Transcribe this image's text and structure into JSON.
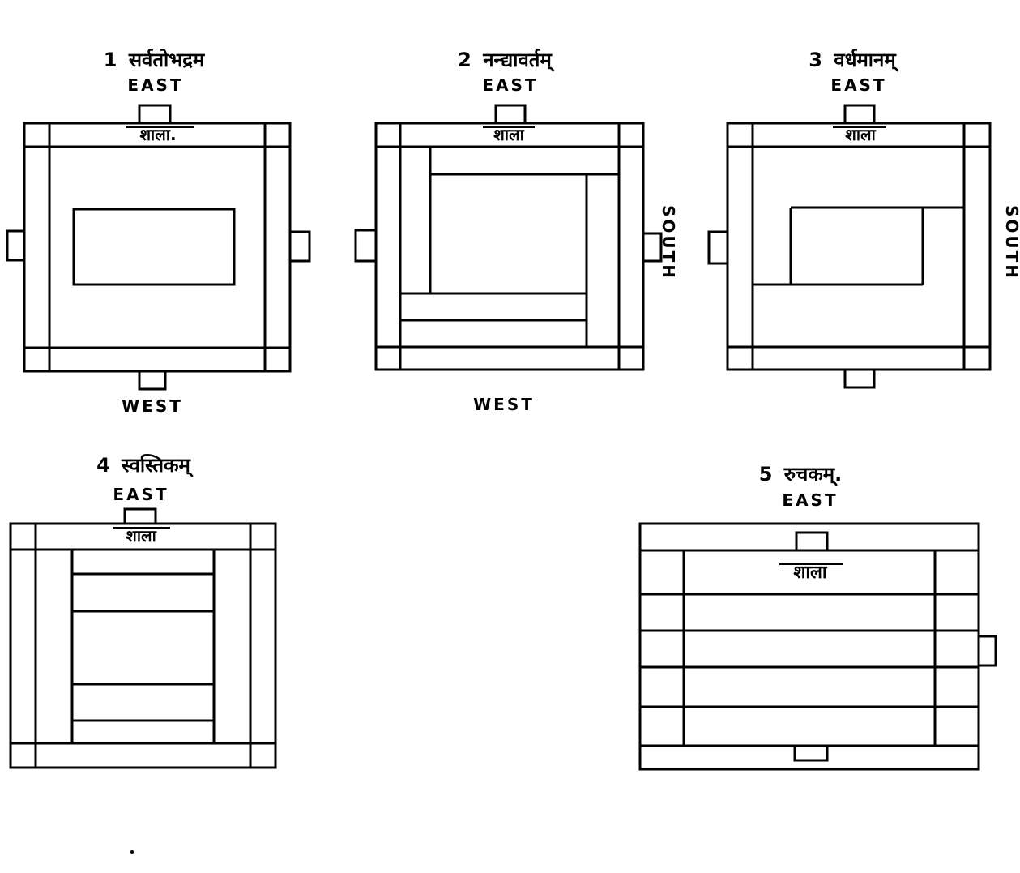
{
  "plans": [
    {
      "number": "1",
      "name": "सर्वतोभद्रम",
      "directions": {
        "top": "EAST",
        "bottom": "WEST"
      },
      "room_label": "शाला."
    },
    {
      "number": "2",
      "name": "नन्द्यावर्तम्",
      "directions": {
        "top": "EAST",
        "bottom": "WEST",
        "right": "SOUTH"
      },
      "room_label": "शाला"
    },
    {
      "number": "3",
      "name": "वर्धमानम्",
      "directions": {
        "top": "EAST",
        "right": "SOUTH"
      },
      "room_label": "शाला"
    },
    {
      "number": "4",
      "name": "स्वस्तिकम्",
      "directions": {
        "top": "EAST"
      },
      "room_label": "शाला"
    },
    {
      "number": "5",
      "name": "रुचकम्.",
      "directions": {
        "top": "EAST"
      },
      "room_label": "शाला"
    }
  ]
}
